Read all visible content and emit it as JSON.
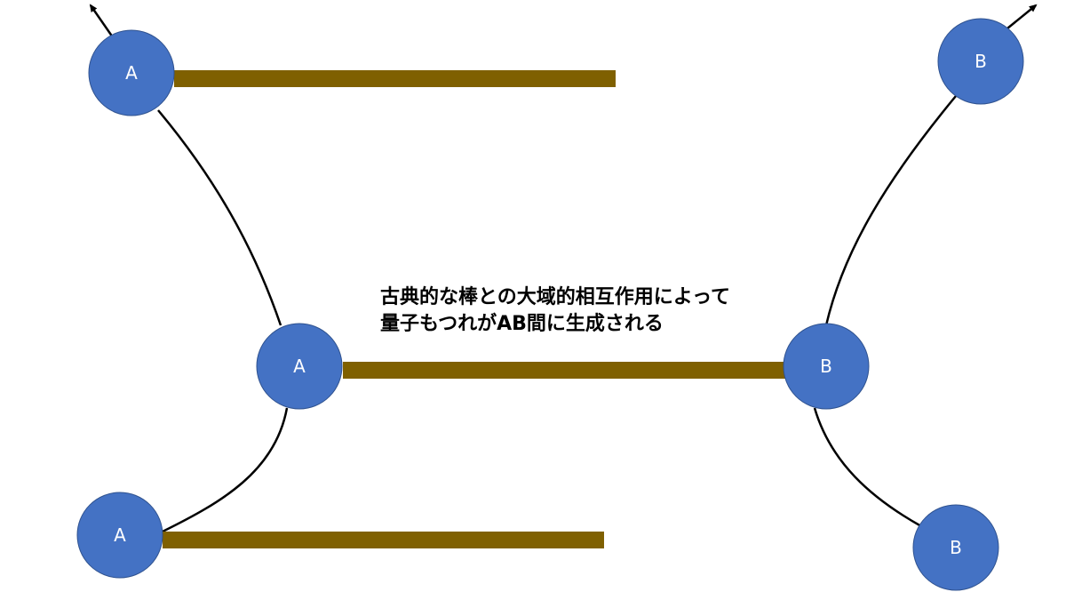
{
  "caption": {
    "line1": "古典的な棒との大域的相互作用によって",
    "line2": "量子もつれがAB間に生成される"
  },
  "particles": [
    {
      "id": "a-top",
      "label": "A"
    },
    {
      "id": "a-middle",
      "label": "A"
    },
    {
      "id": "a-bottom",
      "label": "A"
    },
    {
      "id": "b-top",
      "label": "B"
    },
    {
      "id": "b-middle",
      "label": "B"
    },
    {
      "id": "b-bottom",
      "label": "B"
    }
  ],
  "colors": {
    "particle_fill": "#4472c4",
    "particle_stroke": "#2f528f",
    "particle_label": "#ffffff",
    "rod_fill": "#7f6000",
    "line": "#000000"
  }
}
